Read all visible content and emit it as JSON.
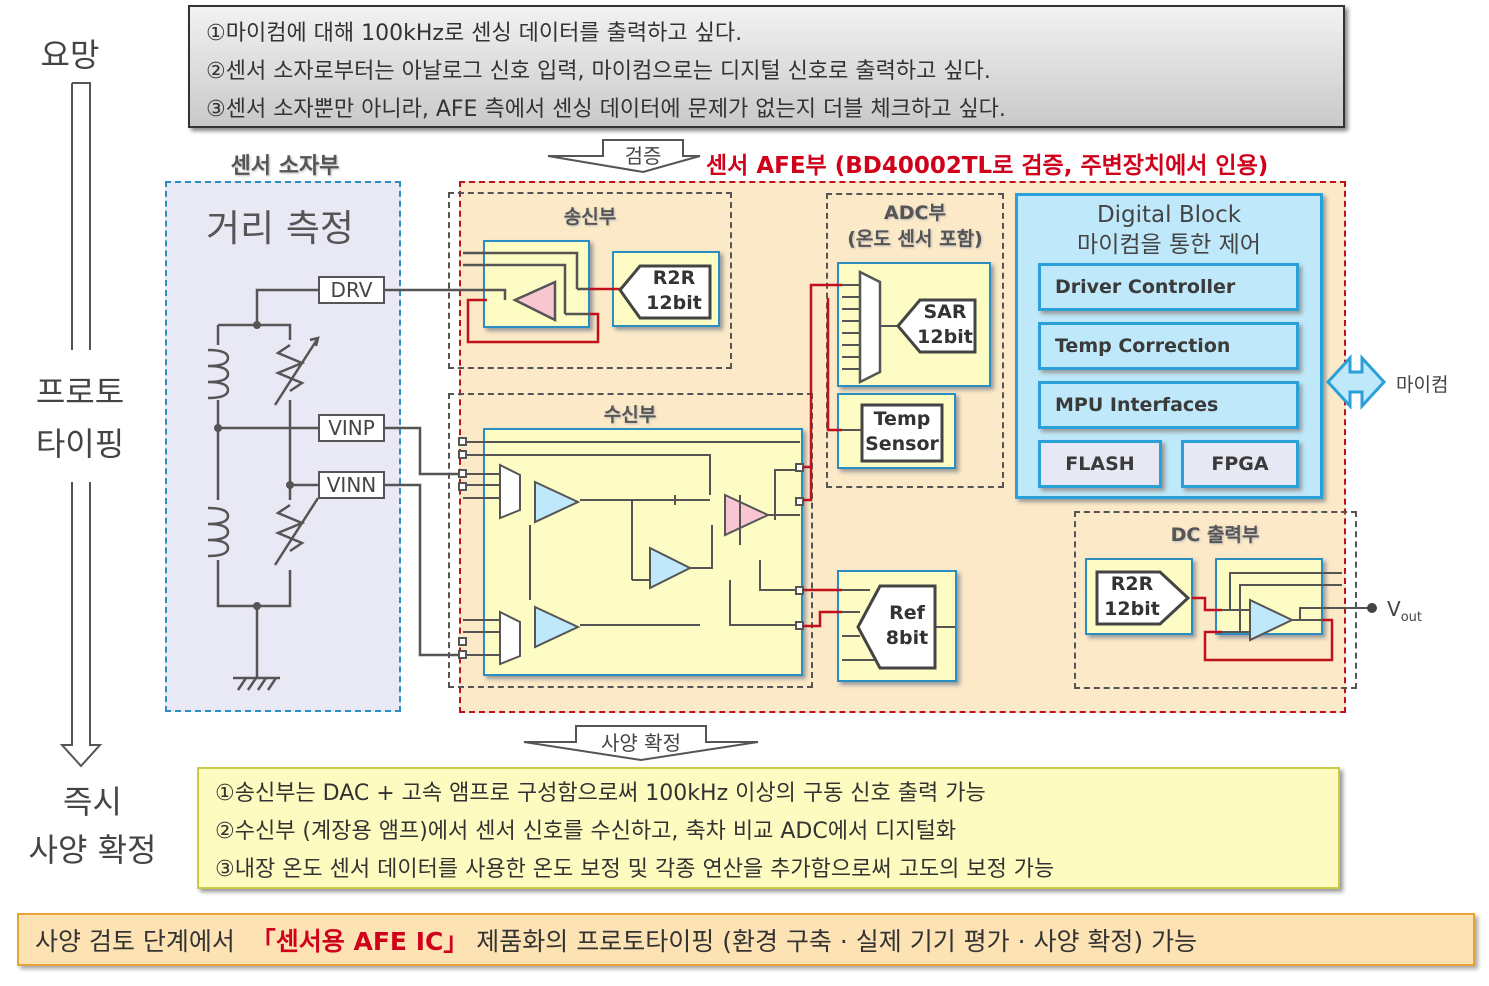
{
  "side_labels": {
    "request": "요망",
    "prototyping_1": "프로토",
    "prototyping_2": "타이핑",
    "spec_1": "즉시",
    "spec_2": "사양 확정"
  },
  "requirements": [
    "①마이컴에 대해 100kHz로 센싱 데이터를 출력하고 싶다.",
    "②센서 소자로부터는 아날로그 신호 입력, 마이컴으로는 디지털 신호로 출력하고 싶다.",
    "③센서 소자뿐만 아니라, AFE 측에서 센싱 데이터에 문제가 없는지 더블 체크하고 싶다."
  ],
  "verify_arrow": "검증",
  "afe_title": "센서 AFE부 (BD40002TL로 검증, 주변장치에서 인용)",
  "sensor": {
    "title": "센서 소자부",
    "heading": "거리 측정",
    "pins": [
      "DRV",
      "VINP",
      "VINN"
    ]
  },
  "tx": {
    "title": "송신부",
    "dac_1": "R2R",
    "dac_2": "12bit"
  },
  "rx": {
    "title": "수신부"
  },
  "adc": {
    "title_1": "ADC부",
    "title_2": "(온도 센서 포함)",
    "sar_1": "SAR",
    "sar_2": "12bit",
    "temp_1": "Temp",
    "temp_2": "Sensor",
    "ref_1": "Ref",
    "ref_2": "8bit"
  },
  "digital": {
    "title_1": "Digital Block",
    "title_2": "마이컴을 통한 제어",
    "items": [
      "Driver Controller",
      "Temp Correction",
      "MPU Interfaces",
      "FLASH",
      "FPGA"
    ],
    "mcu": "마이컴"
  },
  "dc": {
    "title": "DC 출력부",
    "dac_1": "R2R",
    "dac_2": "12bit",
    "vout": "V",
    "vout_sub": "out"
  },
  "spec_arrow": "사양 확정",
  "results": [
    "①송신부는 DAC + 고속 앰프로 구성함으로써 100kHz 이상의 구동 신호 출력 가능",
    "②수신부 (계장용 앰프)에서 센서 신호를 수신하고, 축차 비교 ADC에서 디지털화",
    "③내장 온도 센서 데이터를 사용한 온도 보정 및 각종 연산을 추가함으로써 고도의 보정 가능"
  ],
  "conclusion": {
    "before": "사양 검토 단계에서  ",
    "highlight": "「센서용 AFE IC」",
    "after": " 제품화의 프로토타이핑 (환경 구축 · 실제 기기 평가 · 사양 확정) 가능"
  },
  "colors": {
    "accent_red": "#d0021b",
    "blue": "#2aa0d8",
    "afe_fill": "#fce9c8"
  }
}
